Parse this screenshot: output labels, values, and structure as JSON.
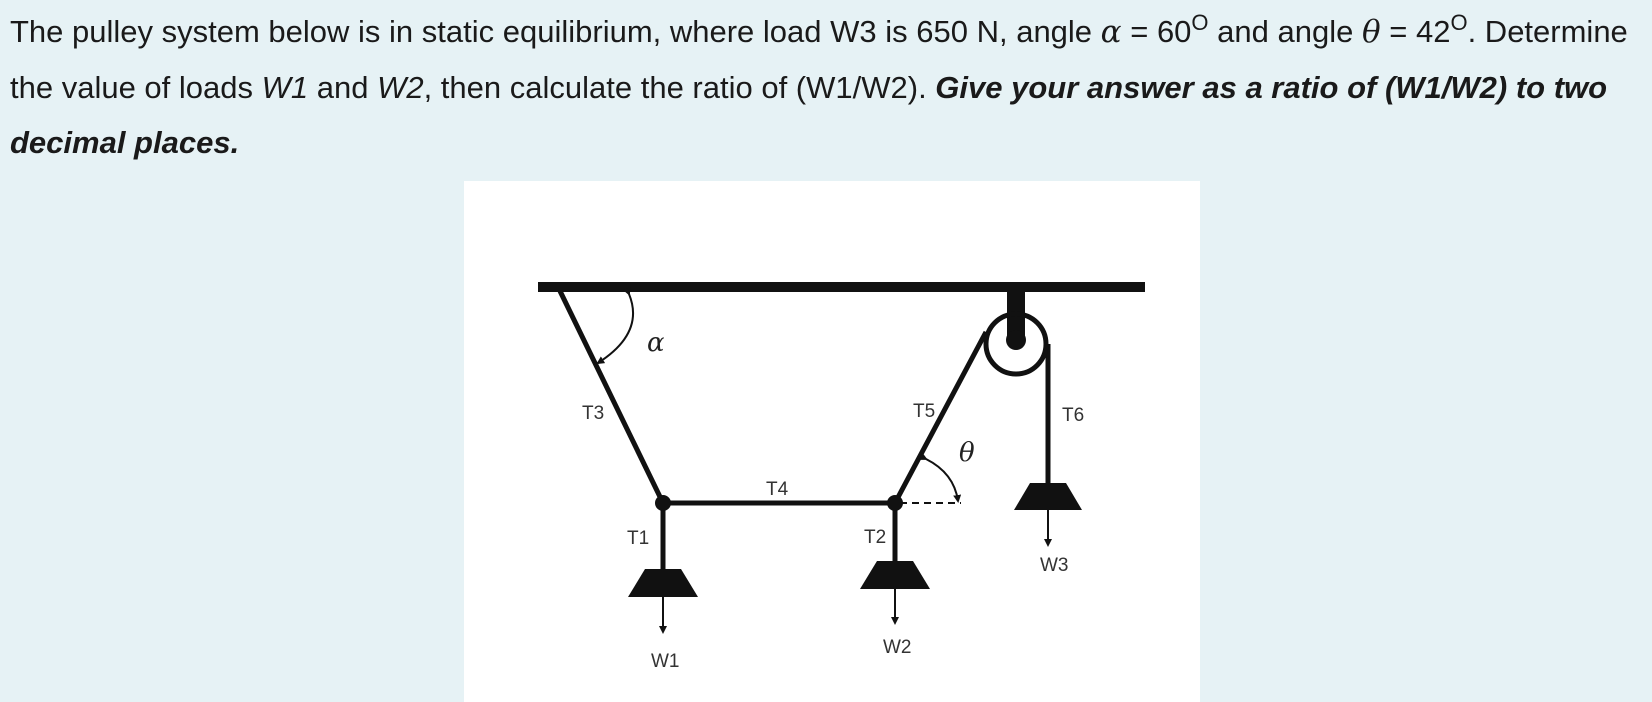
{
  "question": {
    "part1": "The pulley system below is in static equilibrium, where load W3 is 650 N, angle ",
    "alpha_sym": "α",
    "part2": " = 60",
    "deg1": "O",
    "part3": " and angle ",
    "theta_sym": "θ",
    "part4": " = 42",
    "deg2": "O",
    "part5": ". Determine the value of loads ",
    "w1": "W1",
    "part6": " and ",
    "w2": "W2",
    "part7": ", then calculate the ratio of (W1/W2). ",
    "bold": "Give your answer as a ratio of (W1/W2) to two decimal places."
  },
  "diagram": {
    "labels": {
      "alpha": "α",
      "theta": "θ",
      "t1": "T1",
      "t2": "T2",
      "t3": "T3",
      "t4": "T4",
      "t5": "T5",
      "t6": "T6",
      "w1": "W1",
      "w2": "W2",
      "w3": "W3"
    },
    "colors": {
      "ink": "#111111",
      "panel": "#ffffff",
      "page_background": "#e6f2f5"
    }
  }
}
